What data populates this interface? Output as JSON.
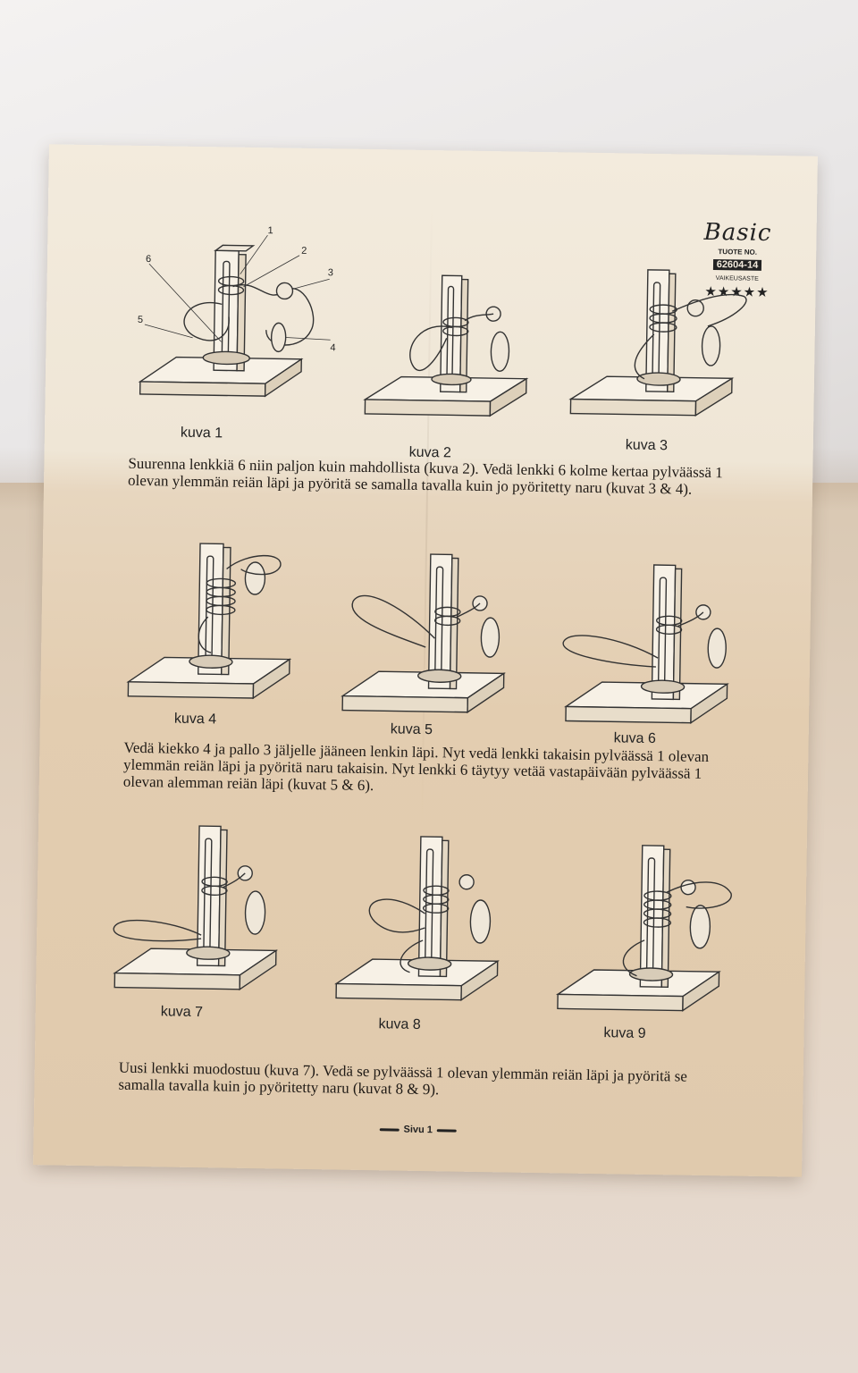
{
  "brand": {
    "logo": "Basic",
    "product_label": "TUOTE NO.",
    "product_no": "62604-14",
    "difficulty_label": "VAIKEUSASTE",
    "difficulty_stars": "★★★★★"
  },
  "figures": [
    {
      "caption": "kuva 1"
    },
    {
      "caption": "kuva 2"
    },
    {
      "caption": "kuva 3"
    },
    {
      "caption": "kuva 4"
    },
    {
      "caption": "kuva 5"
    },
    {
      "caption": "kuva 6"
    },
    {
      "caption": "kuva 7"
    },
    {
      "caption": "kuva 8"
    },
    {
      "caption": "kuva 9"
    }
  ],
  "callouts": [
    "1",
    "2",
    "3",
    "4",
    "5",
    "6"
  ],
  "paragraphs": [
    "Suurenna lenkkiä 6 niin paljon kuin mahdollista (kuva 2). Vedä lenkki 6 kolme kertaa pylväässä 1 olevan ylemmän reiän läpi ja pyöritä se samalla tavalla kuin jo pyöritetty naru (kuvat 3 & 4).",
    "Vedä kiekko 4 ja pallo 3 jäljelle jääneen lenkin läpi. Nyt vedä lenkki takaisin pylväässä 1 olevan ylemmän reiän  läpi ja pyöritä naru takaisin. Nyt lenkki 6 täytyy vetää vastapäivään pylväässä 1 olevan alemman reiän läpi (kuvat 5 & 6).",
    "Uusi lenkki muodostuu (kuva 7). Vedä se pylväässä 1 olevan ylemmän reiän läpi ja pyöritä se samalla tavalla kuin jo pyöritetty naru (kuvat 8 & 9)."
  ],
  "footer": {
    "page": "Sivu 1"
  }
}
